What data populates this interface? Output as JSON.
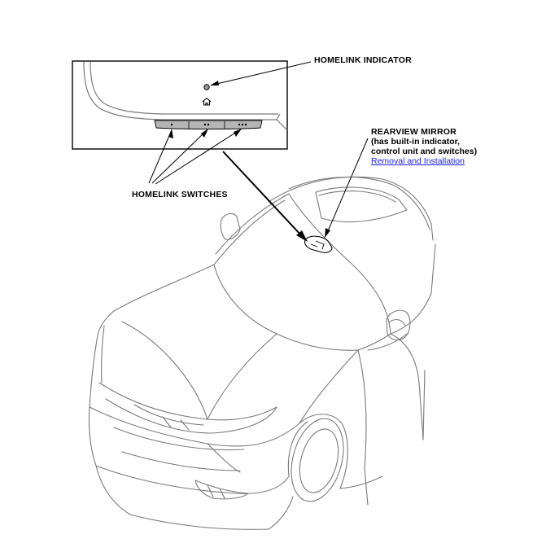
{
  "labels": {
    "homelink_indicator": "HOMELINK INDICATOR",
    "homelink_switches": "HOMELINK SWITCHES",
    "rearview_mirror_title": "REARVIEW MIRROR",
    "rearview_mirror_note_1": "(has built-in indicator,",
    "rearview_mirror_note_2": "control unit and switches)",
    "removal_link": "Removal and Installation"
  },
  "colors": {
    "line": "#000000",
    "car_line": "#7a7a7a",
    "switch_fill": "#b5b5b5",
    "link": "#1a1aee"
  },
  "icons": {
    "indicator": "indicator-light-icon",
    "home": "home-icon"
  }
}
